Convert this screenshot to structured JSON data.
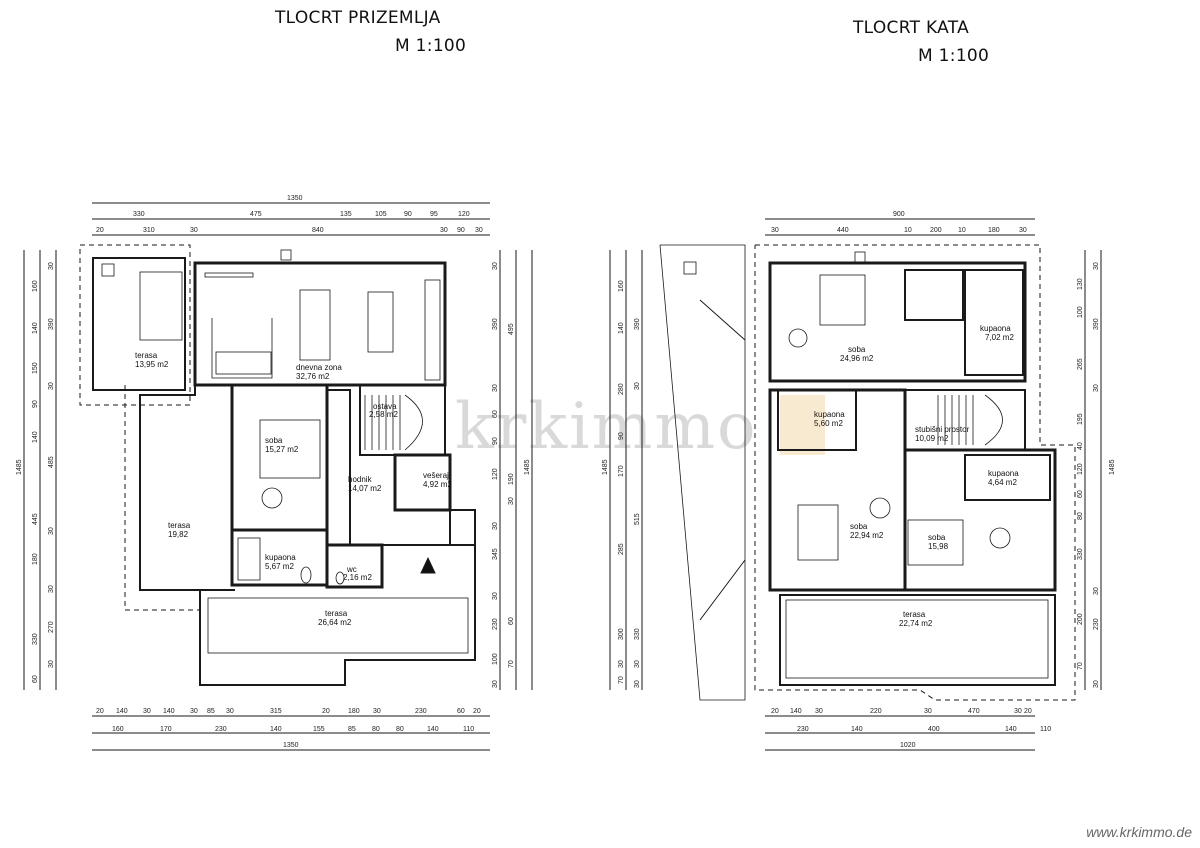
{
  "ground_floor": {
    "title": "TLOCRT PRIZEMLJA",
    "scale": "M 1:100",
    "dims_top_overall": "1350",
    "dims_top_row1": [
      "330",
      "475",
      "135",
      "105",
      "90",
      "95",
      "120"
    ],
    "dims_top_row2": [
      "20",
      "310",
      "30",
      "840",
      "30",
      "90",
      "30"
    ],
    "dims_bottom_row1": [
      "20",
      "140",
      "30",
      "140",
      "30",
      "85",
      "30",
      "315",
      "20",
      "180",
      "30",
      "230",
      "60",
      "20"
    ],
    "dims_bottom_row2": [
      "160",
      "170",
      "230",
      "140",
      "155",
      "85",
      "80",
      "80",
      "140",
      "110"
    ],
    "dims_bottom_overall": "1350",
    "dims_left_overall": "1485",
    "dims_left_row1": [
      "160",
      "140",
      "150",
      "90",
      "140",
      "445",
      "180",
      "330",
      "60"
    ],
    "dims_left_row2": [
      "30",
      "390",
      "30",
      "485",
      "30",
      "30",
      "270",
      "30"
    ],
    "dims_right_overall": "1485",
    "dims_right_row1": [
      "30",
      "390",
      "30",
      "60",
      "90",
      "120",
      "30",
      "345",
      "30",
      "230",
      "100",
      "30"
    ],
    "dims_right_row2": [
      "495",
      "190",
      "30",
      "60",
      "70"
    ],
    "rooms": [
      {
        "name": "terasa",
        "area": "13,95 m2"
      },
      {
        "name": "dnevna zona",
        "area": "32,76 m2"
      },
      {
        "name": "ostava",
        "area": "2,58 m2"
      },
      {
        "name": "soba",
        "area": "15,27 m2"
      },
      {
        "name": "hodnik",
        "area": "14,07 m2"
      },
      {
        "name": "vešeraj",
        "area": "4,92 m2"
      },
      {
        "name": "terasa",
        "area": "19,82"
      },
      {
        "name": "kupaona",
        "area": "5,67 m2"
      },
      {
        "name": "wc",
        "area": "2,16 m2"
      },
      {
        "name": "terasa",
        "area": "26,64 m2"
      }
    ]
  },
  "upper_floor": {
    "title": "TLOCRT KATA",
    "scale": "M 1:100",
    "dims_top_overall": "900",
    "dims_top_row2": [
      "30",
      "440",
      "10",
      "200",
      "10",
      "180",
      "30"
    ],
    "dims_bottom_row1": [
      "20",
      "140",
      "30",
      "220",
      "30",
      "470",
      "30",
      "20"
    ],
    "dims_bottom_row2": [
      "230",
      "140",
      "400",
      "140",
      "110"
    ],
    "dims_bottom_overall": "1020",
    "dims_left_overall": "1485",
    "dims_left_row1": [
      "160",
      "140",
      "280",
      "90",
      "170",
      "285",
      "300",
      "30",
      "70"
    ],
    "dims_left_row2": [
      "390",
      "30",
      "515",
      "330",
      "30",
      "30"
    ],
    "dims_right_overall": "1485",
    "dims_right_row1": [
      "130",
      "100",
      "265",
      "195",
      "40",
      "120",
      "60",
      "80",
      "330",
      "200",
      "70"
    ],
    "dims_right_row2": [
      "30",
      "390",
      "30",
      "30",
      "230",
      "30"
    ],
    "rooms": [
      {
        "name": "soba",
        "area": "24,96 m2"
      },
      {
        "name": "kupaona",
        "area": "7,02 m2"
      },
      {
        "name": "kupaona",
        "area": "5,60 m2"
      },
      {
        "name": "stubišni prostor",
        "area": "10,09 m2"
      },
      {
        "name": "kupaona",
        "area": "4,64 m2"
      },
      {
        "name": "soba",
        "area": "22,94 m2"
      },
      {
        "name": "soba",
        "area": "15,98"
      },
      {
        "name": "terasa",
        "area": "22,74 m2"
      }
    ]
  },
  "watermark": "krkimmo",
  "footer_url": "www.krkimmo.de",
  "colors": {
    "line": "#1a1a1a",
    "watermark": "#d9d9d9",
    "accent_logo": "#e8c27a"
  }
}
